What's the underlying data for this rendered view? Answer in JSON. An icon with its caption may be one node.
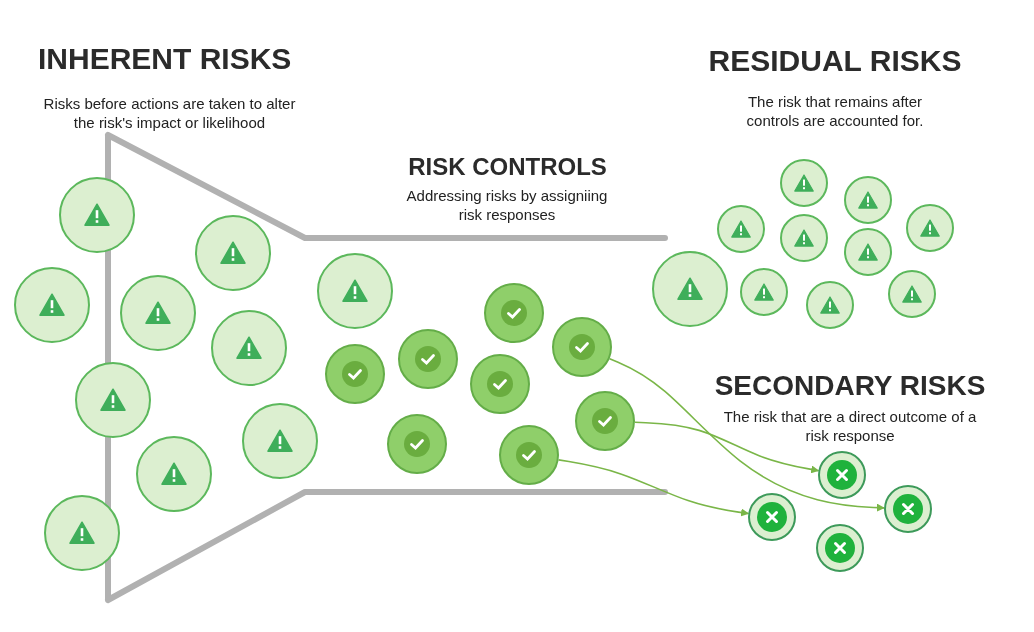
{
  "diagram": {
    "nodes": [
      {
        "text": [],
        "shape": "circle"
      },
      {
        "text": [],
        "shape": "circle"
      },
      {
        "text": [],
        "shape": "circle"
      },
      {
        "text": [],
        "shape": "circle"
      },
      {
        "text": [],
        "shape": "circle"
      },
      {
        "text": [],
        "shape": "circle"
      },
      {
        "text": [],
        "shape": "circle"
      },
      {
        "text": [],
        "shape": "circle"
      },
      {
        "text": [],
        "shape": "circle"
      },
      {
        "text": [],
        "shape": "circle"
      },
      {
        "text": [],
        "shape": "circle"
      },
      {
        "text": [],
        "shape": "circle"
      },
      {
        "text": [],
        "shape": "circle"
      },
      {
        "text": [],
        "shape": "circle"
      },
      {
        "text": [],
        "shape": "circle"
      },
      {
        "text": [],
        "shape": "circle"
      },
      {
        "text": [],
        "shape": "circle"
      },
      {
        "text": [],
        "shape": "circle"
      },
      {
        "text": [],
        "shape": "circle"
      },
      {
        "text": [],
        "shape": "circle"
      },
      {
        "text": [],
        "shape": "circle"
      },
      {
        "text": [],
        "shape": "circle"
      },
      {
        "text": [],
        "shape": "circle"
      },
      {
        "text": [],
        "shape": "circle"
      },
      {
        "text": [],
        "shape": "circle"
      },
      {
        "text": [],
        "shape": "circle"
      },
      {
        "text": [],
        "shape": "circle"
      },
      {
        "text": [],
        "shape": "circle"
      },
      {
        "text": [],
        "shape": "circle"
      },
      {
        "text": [],
        "shape": "circle"
      },
      {
        "text": [],
        "shape": "circle"
      },
      {
        "text": [],
        "shape": "circle"
      }
    ],
    "edges": [
      {
        "from": 16,
        "to": 31,
        "arrow": "to"
      },
      {
        "from": 17,
        "to": 30,
        "arrow": "to"
      },
      {
        "from": 15,
        "to": 28,
        "arrow": "to"
      }
    ],
    "labels": [
      "INHERENT RISKS",
      "RESIDUAL RISKS",
      "Risks before actions are taken to alter the risk's impact or likelihood",
      "The risk that remains after controls are accounted for.",
      "RISK CONTROLS",
      "Addressing risks by assigniing risk responses",
      "SECONDARY RISKS",
      "The risk that are a direct outcome of a risk response"
    ]
  }
}
